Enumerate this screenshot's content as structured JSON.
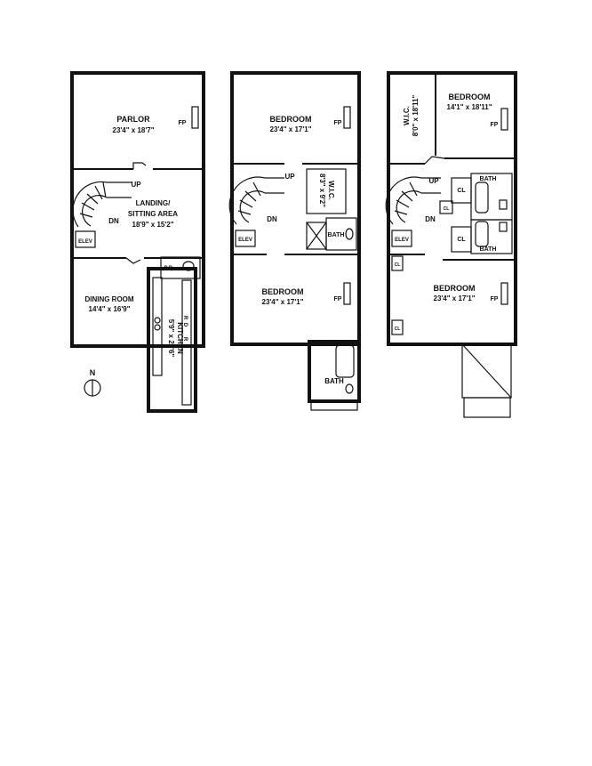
{
  "north": {
    "label": "N"
  },
  "floor1": {
    "parlor": {
      "name": "PARLOR",
      "dims": "23'4\" x 18'7\""
    },
    "landing": {
      "name1": "LANDING/",
      "name2": "SITTING AREA",
      "dims": "18'9\" x 15'2\""
    },
    "dining": {
      "name": "DINING ROOM",
      "dims": "14'4\" x 16'9\""
    },
    "kitchen": {
      "name": "KITCHEN",
      "dims": "5'9\" x 27'6\""
    },
    "fp": "FP",
    "up": "UP",
    "dn": "DN",
    "elev": "ELEV",
    "pr": "P.R.",
    "appliances": [
      "R",
      "D",
      "R"
    ]
  },
  "floor2": {
    "bedroom_top": {
      "name": "BEDROOM",
      "dims": "23'4\" x 17'1\""
    },
    "wic": {
      "name": "W.I.C.",
      "dims": "8'3\" x 9'2\""
    },
    "bath_mid": "BATH",
    "bedroom_bottom": {
      "name": "BEDROOM",
      "dims": "23'4\" x 17'1\""
    },
    "bath_ext": "BATH",
    "fp": "FP",
    "up": "UP",
    "dn": "DN",
    "elev": "ELEV"
  },
  "floor3": {
    "wic": {
      "name": "W.I.C.",
      "dims": "8'0\" x 18'11\""
    },
    "bedroom_top": {
      "name": "BEDROOM",
      "dims": "14'1\" x 18'11\""
    },
    "bath_a": "BATH",
    "bath_b": "BATH",
    "cl": "CL",
    "bedroom_bottom": {
      "name": "BEDROOM",
      "dims": "23'4\" x 17'1\""
    },
    "fp": "FP",
    "up": "UP",
    "dn": "DN",
    "elev": "ELEV"
  }
}
